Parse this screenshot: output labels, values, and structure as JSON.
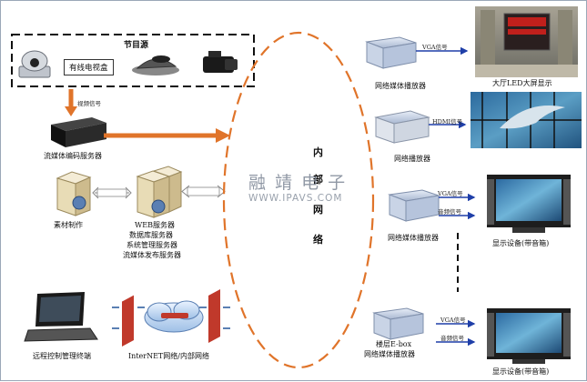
{
  "diagram": {
    "source_box": {
      "title": "节目源",
      "cable_box_label": "有线电视盒"
    },
    "labels": {
      "video_signal": "视频信号",
      "encoder": "流媒体编码服务器",
      "material": "素材制作",
      "servers": [
        "WEB服务器",
        "数据库服务器",
        "系统管理服务器",
        "流媒体发布服务器"
      ],
      "remote": "远程控制管理终端",
      "internet": "InterNET网络/内部网络",
      "player1": "网络媒体播放器",
      "player2": "网络播放器",
      "player3": "网络媒体播放器",
      "player4": [
        "楼层E-box",
        "网络媒体播放器"
      ],
      "led_display": "大厅LED大屏显示",
      "display1": "显示设备(带音箱)",
      "display2": "显示设备(带音箱)",
      "vga1": "VGA信号",
      "hdmi": "HDMI信号",
      "vga2": "VGA信号",
      "audio1": "音频信号",
      "vga3": "VGA信号",
      "audio2": "音频信号"
    },
    "network": [
      "内",
      "部",
      "网",
      "络"
    ],
    "watermark": {
      "cn": "融 靖 电 子",
      "url": "WWW.IPAVS.COM"
    },
    "colors": {
      "orange": "#e0742a",
      "blue": "#1f3fa8",
      "device_dark": "#222222",
      "device_light": "#c8d3e6"
    }
  }
}
